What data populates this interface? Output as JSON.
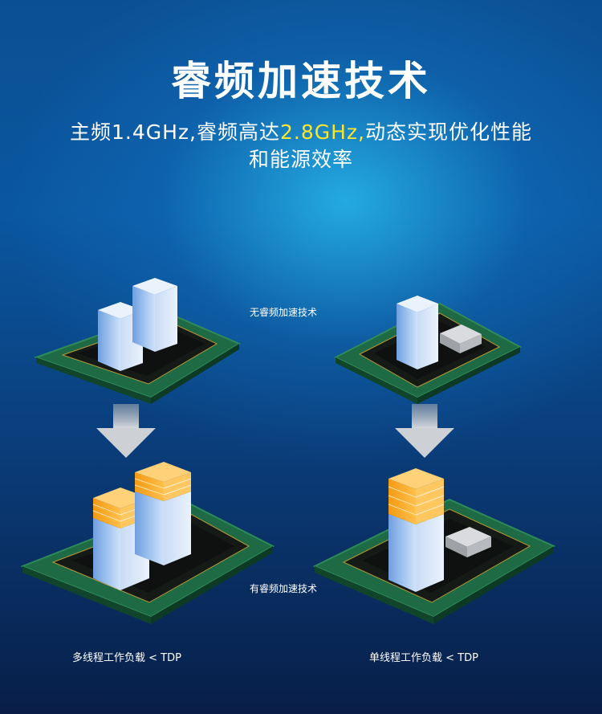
{
  "title": "睿频加速技术",
  "subtitle": {
    "line1_part1": "主频1.4GHz,睿频高达",
    "line1_highlight": "2.8GHz,",
    "line1_part2": "动态实现优化性能",
    "line2": "和能源效率"
  },
  "labels": {
    "without_turbo": "无睿频加速技术",
    "with_turbo": "有睿频加速技术"
  },
  "captions": {
    "multi_thread": "多线程工作负载 < TDP",
    "single_thread": "单线程工作负载 < TDP"
  },
  "colors": {
    "highlight": "#ffe52a",
    "board": "#1f6a45",
    "core_blue": "#8fb6e8",
    "boost_orange": "#f7a21b",
    "arrow": "#c9ccd2"
  }
}
